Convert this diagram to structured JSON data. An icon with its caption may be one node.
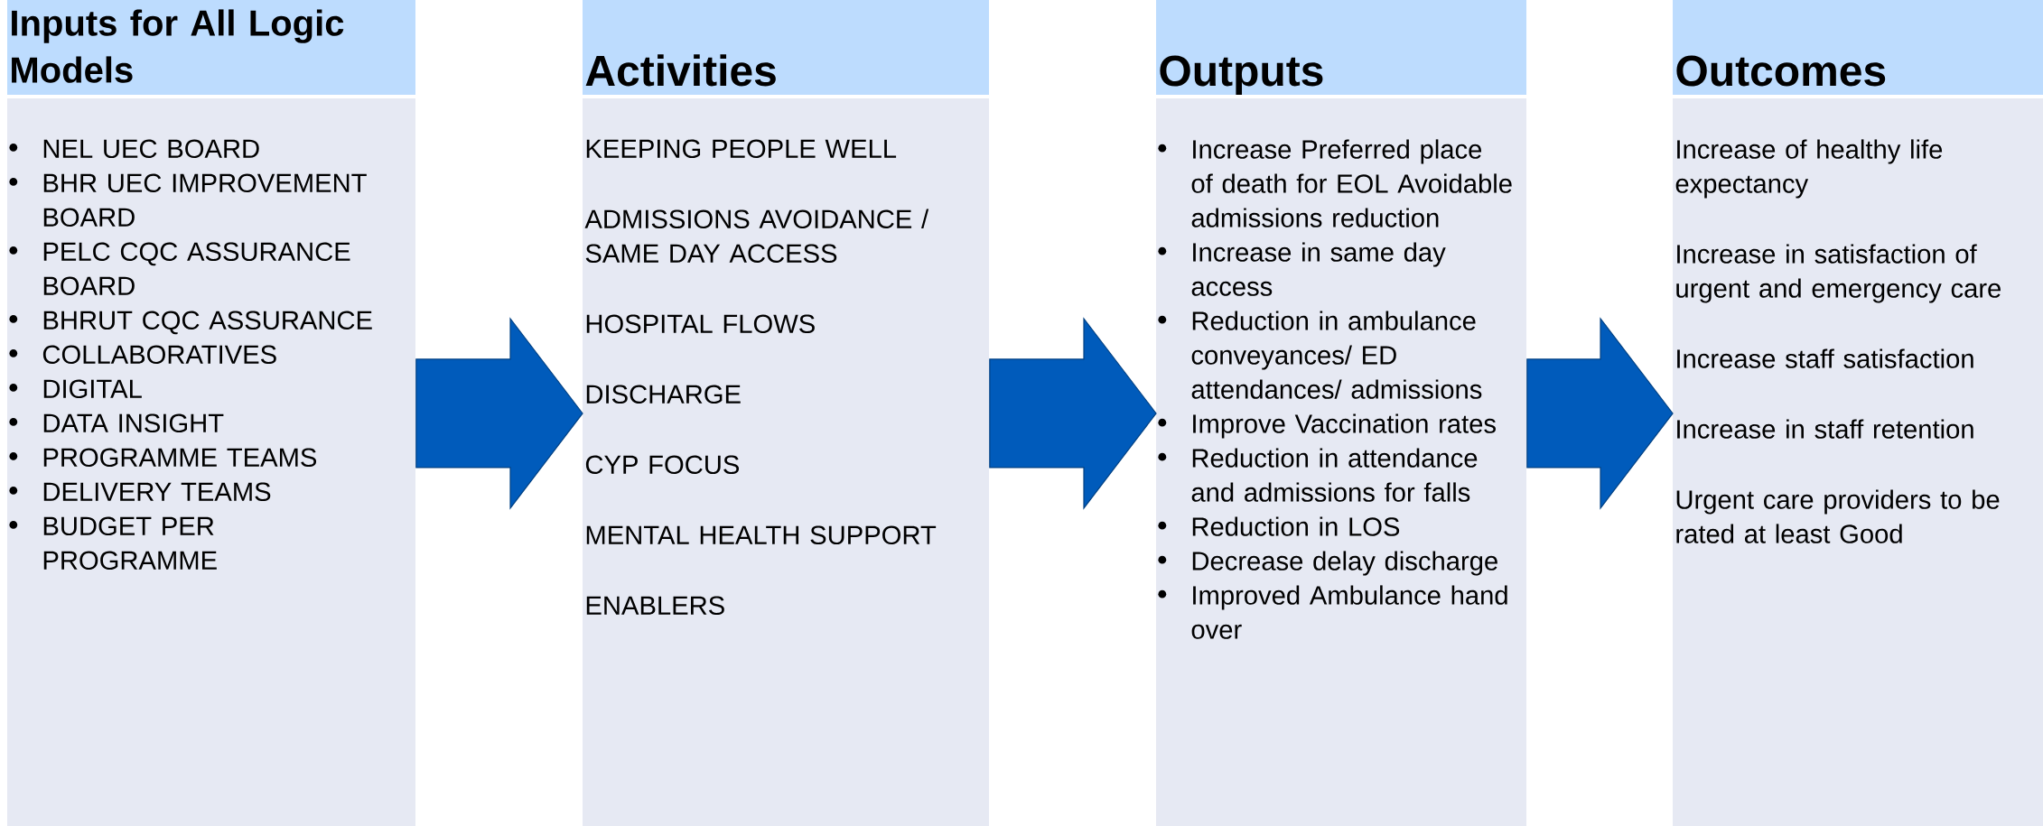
{
  "diagram": {
    "nodes": [
      {
        "text": [
          "Inputs for All Logic Models",
          "NEL UEC BOARD",
          "BHR UEC IMPROVEMENT BOARD",
          "PELC CQC ASSURANCE BOARD",
          "BHRUT CQC ASSURANCE",
          "COLLABORATIVES",
          "DIGITAL",
          "DATA INSIGHT",
          "PROGRAMME TEAMS",
          "DELIVERY TEAMS",
          "BUDGET PER PROGRAMME"
        ]
      },
      {
        "text": [
          "Activities",
          "KEEPING PEOPLE WELL",
          "ADMISSIONS AVOIDANCE / SAME DAY ACCESS",
          "HOSPITAL FLOWS",
          "DISCHARGE",
          "CYP FOCUS",
          "MENTAL HEALTH SUPPORT",
          "ENABLERS"
        ]
      },
      {
        "text": [
          "Outputs",
          "Increase Preferred place of death for EOL Avoidable admissions reduction",
          "Increase in same day access",
          "Reduction in ambulance conveyances/ ED attendances/ admissions",
          "Improve Vaccination rates",
          "Reduction in attendance and admissions for falls",
          "Reduction in LOS",
          "Decrease delay discharge",
          "Improved Ambulance hand over"
        ]
      },
      {
        "text": [
          "Outcomes",
          "Increase of healthy life expectancy",
          "Increase in satisfaction of urgent and emergency care",
          "Increase staff satisfaction",
          "Increase in staff retention",
          "Urgent care providers to be rated at least Good"
        ]
      }
    ],
    "edges": [
      {
        "from": 0,
        "to": 1,
        "arrow": "to"
      },
      {
        "from": 1,
        "to": 2,
        "arrow": "to"
      },
      {
        "from": 2,
        "to": 3,
        "arrow": "to"
      }
    ]
  }
}
